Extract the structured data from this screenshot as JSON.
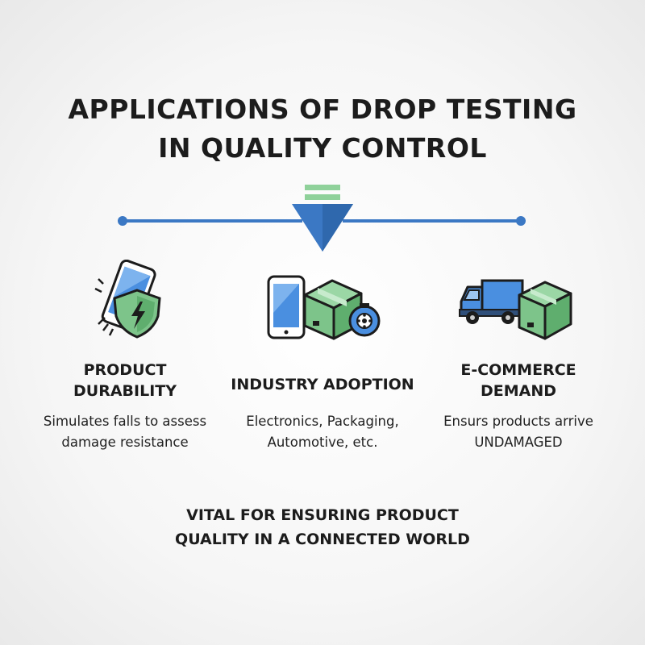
{
  "title": {
    "line1": "APPLICATIONS OF DROP TESTING",
    "line2": "IN QUALITY CONTROL"
  },
  "colors": {
    "blue": "#3b78c4",
    "green": "#7dc48a",
    "dark": "#1c1c1c"
  },
  "columns": [
    {
      "icon": "phone-shield-icon",
      "title_lines": [
        "PRODUCT",
        "DURABILITY"
      ],
      "desc_lines": [
        "Simulates falls to assess",
        "damage resistance"
      ]
    },
    {
      "icon": "phone-box-gear-icon",
      "title_lines": [
        "INDUSTRY ADOPTION"
      ],
      "desc_lines": [
        "Electronics, Packaging,",
        "Automotive, etc."
      ]
    },
    {
      "icon": "truck-box-icon",
      "title_lines": [
        "E-COMMERCE",
        "DEMAND"
      ],
      "desc_lines": [
        "Ensurs products arrive",
        "UNDAMAGED"
      ]
    }
  ],
  "footer": {
    "line1": "VITAL FOR ENSURING PRODUCT",
    "line2": "QUALITY IN A CONNECTED WORLD"
  }
}
